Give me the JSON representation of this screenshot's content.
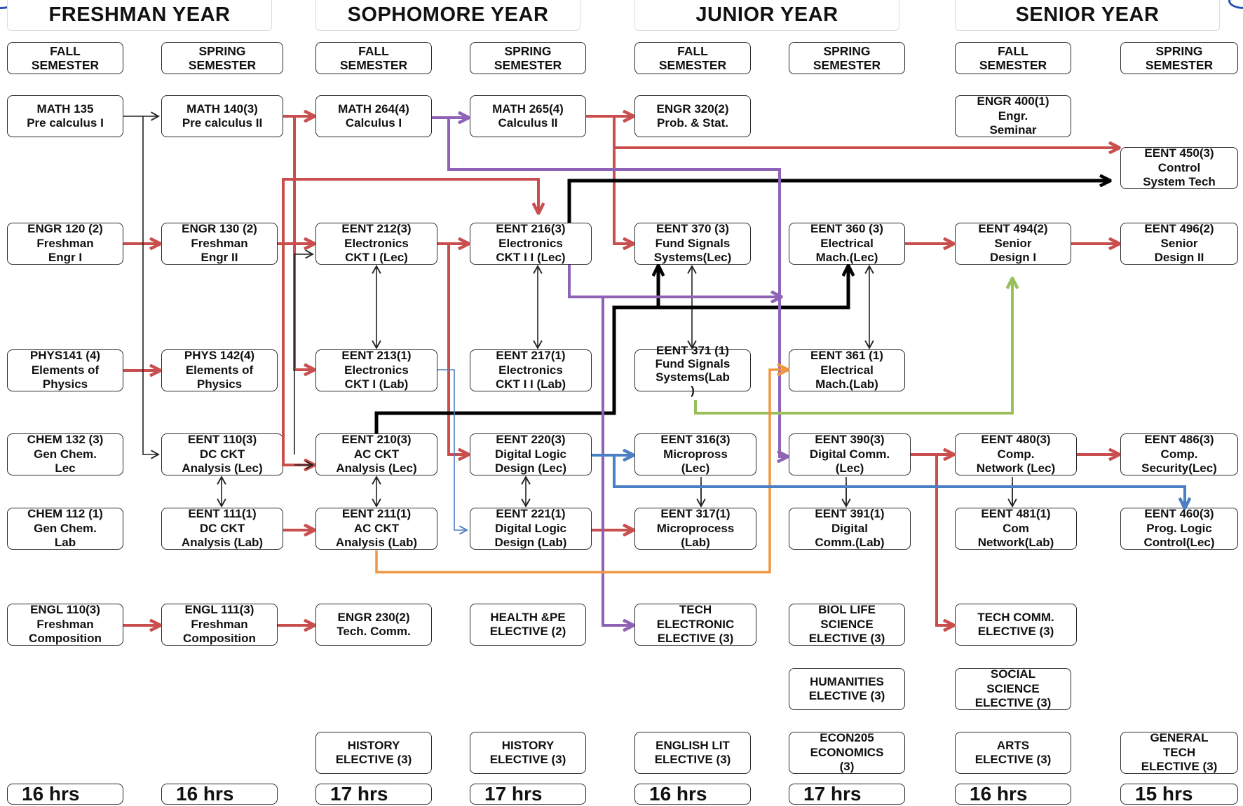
{
  "years": [
    {
      "label": "FRESHMAN YEAR"
    },
    {
      "label": "SOPHOMORE YEAR"
    },
    {
      "label": "JUNIOR YEAR"
    },
    {
      "label": "SENIOR YEAR"
    }
  ],
  "semesters": [
    {
      "line1": "FALL",
      "line2": "SEMESTER"
    },
    {
      "line1": "SPRING",
      "line2": "SEMESTER"
    },
    {
      "line1": "FALL",
      "line2": "SEMESTER"
    },
    {
      "line1": "SPRING",
      "line2": "SEMESTER"
    },
    {
      "line1": "FALL",
      "line2": "SEMESTER"
    },
    {
      "line1": "SPRING",
      "line2": "SEMESTER"
    },
    {
      "line1": "FALL",
      "line2": "SEMESTER"
    },
    {
      "line1": "SPRING",
      "line2": "SEMESTER"
    }
  ],
  "courses": {
    "math135": [
      "MATH  135",
      "Pre calculus I"
    ],
    "math140": [
      "MATH 140(3)",
      "Pre calculus II"
    ],
    "math264": [
      "MATH 264(4)",
      "Calculus I"
    ],
    "math265": [
      "MATH 265(4)",
      "Calculus II"
    ],
    "engr320": [
      "ENGR 320(2)",
      "Prob. & Stat."
    ],
    "engr400": [
      "ENGR 400(1)",
      "Engr.",
      "Seminar"
    ],
    "eent450": [
      "EENT  450(3)",
      "Control",
      "System Tech"
    ],
    "engr120": [
      "ENGR 120 (2)",
      "Freshman",
      "Engr I"
    ],
    "engr130": [
      "ENGR 130 (2)",
      "Freshman",
      "Engr II"
    ],
    "eent212": [
      "EENT 212(3)",
      "Electronics",
      "CKT I (Lec)"
    ],
    "eent216": [
      "EENT 216(3)",
      "Electronics",
      "CKT I I (Lec)"
    ],
    "eent370": [
      "EENT 370 (3)",
      "Fund Signals",
      "Systems(Lec)"
    ],
    "eent360": [
      "EENT 360 (3)",
      "Electrical",
      "Mach.(Lec)"
    ],
    "eent494": [
      "EENT  494(2)",
      "Senior",
      "Design I"
    ],
    "eent496": [
      "EENT 496(2)",
      "Senior",
      "Design II"
    ],
    "phys141": [
      "PHYS141 (4)",
      "Elements of",
      "Physics"
    ],
    "phys142": [
      "PHYS 142(4)",
      "Elements of",
      "Physics"
    ],
    "eent213": [
      "EENT 213(1)",
      "Electronics",
      "CKT I (Lab)"
    ],
    "eent217": [
      "EENT 217(1)",
      "Electronics",
      "CKT I I (Lab)"
    ],
    "eent371": [
      "EENT 371 (1)",
      "Fund Signals",
      "Systems(Lab",
      ")"
    ],
    "eent361": [
      "EENT 361 (1)",
      "Electrical",
      "Mach.(Lab)"
    ],
    "chem132": [
      "CHEM 132 (3)",
      "Gen Chem.",
      "Lec"
    ],
    "eent110": [
      "EENT 110(3)",
      "DC CKT",
      "Analysis (Lec)"
    ],
    "eent210": [
      "EENT 210(3)",
      "AC CKT",
      "Analysis (Lec)"
    ],
    "eent220": [
      "EENT 220(3)",
      "Digital Logic",
      "Design (Lec)"
    ],
    "eent316": [
      "EENT 316(3)",
      "Micropross",
      "(Lec)"
    ],
    "eent390": [
      "EENT 390(3)",
      "Digital Comm.",
      "(Lec)"
    ],
    "eent480": [
      "EENT 480(3)",
      "Comp.",
      "Network (Lec)"
    ],
    "eent486": [
      "EENT 486(3)",
      "Comp.",
      "Security(Lec)"
    ],
    "chem112": [
      "CHEM 112 (1)",
      "Gen Chem.",
      "Lab"
    ],
    "eent111": [
      "EENT 111(1)",
      "DC CKT",
      "Analysis (Lab)"
    ],
    "eent211": [
      "EENT 211(1)",
      "AC CKT",
      "Analysis (Lab)"
    ],
    "eent221": [
      "EENT 221(1)",
      "Digital Logic",
      "Design (Lab)"
    ],
    "eent317": [
      "EENT 317(1)",
      "Microprocess",
      "(Lab)"
    ],
    "eent391": [
      "EENT 391(1)",
      "Digital",
      "Comm.(Lab)"
    ],
    "eent481": [
      "EENT 481(1)",
      "Com",
      "Network(Lab)"
    ],
    "eent460": [
      "EENT 460(3)",
      "Prog. Logic",
      "Control(Lec)"
    ],
    "engl110": [
      "ENGL  110(3)",
      "Freshman",
      "Composition"
    ],
    "engl111": [
      "ENGL 111(3)",
      "Freshman",
      "Composition"
    ],
    "engr230": [
      "ENGR  230(2)",
      "Tech. Comm."
    ],
    "health": [
      "HEALTH &PE",
      "ELECTIVE (2)"
    ],
    "techelec": [
      "TECH",
      "ELECTRONIC",
      "ELECTIVE (3)"
    ],
    "biol": [
      "BIOL LIFE",
      "SCIENCE",
      "ELECTIVE (3)"
    ],
    "techcomm": [
      "TECH COMM.",
      "ELECTIVE (3)"
    ],
    "humanities": [
      "HUMANITIES",
      "ELECTIVE (3)"
    ],
    "social": [
      "SOCIAL",
      "SCIENCE",
      "ELECTIVE (3)"
    ],
    "history1": [
      "HISTORY",
      "ELECTIVE (3)"
    ],
    "history2": [
      "HISTORY",
      "ELECTIVE (3)"
    ],
    "englit": [
      "ENGLISH LIT",
      "ELECTIVE (3)"
    ],
    "econ205": [
      "ECON205",
      "ECONOMICS",
      "(3)"
    ],
    "arts": [
      "ARTS",
      "ELECTIVE (3)"
    ],
    "gentech": [
      "GENERAL",
      "TECH",
      "ELECTIVE (3)"
    ]
  },
  "hours": [
    "16  hrs",
    "16  hrs",
    "17 hrs",
    "17 hrs",
    "16  hrs",
    "17  hrs",
    "16  hrs",
    "15  hrs"
  ],
  "colors": {
    "red": "#c94f4f",
    "purple": "#8e63b6",
    "black": "#000000",
    "green": "#98bf5a",
    "orange": "#ef9640",
    "blue": "#4b7fc3",
    "thin": "#222222",
    "corner_blue": "#2a4fb0"
  }
}
